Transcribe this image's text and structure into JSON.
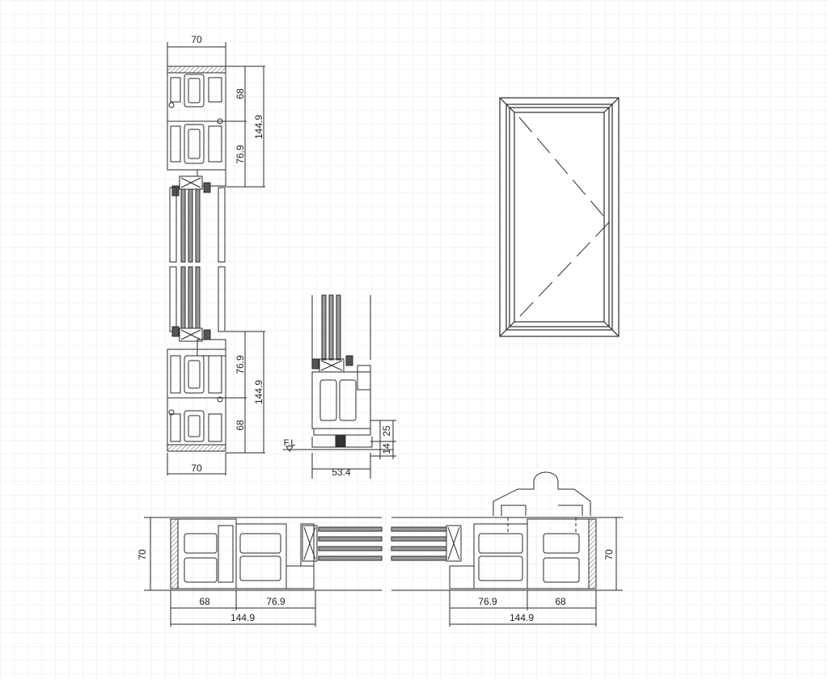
{
  "top_section": {
    "width_top": "70",
    "width_bottom": "70",
    "upper": {
      "frame": "68",
      "sash": "76.9",
      "total": "144.9"
    },
    "lower": {
      "sash": "76.9",
      "frame": "68",
      "total": "144.9"
    }
  },
  "sill_section": {
    "floor_label": "F.L",
    "width": "53.4",
    "height_small": "14",
    "height_large": "25"
  },
  "plan_section": {
    "left": {
      "frame": "68",
      "sash": "76.9",
      "total": "144.9",
      "depth": "70"
    },
    "right": {
      "sash": "76.9",
      "frame": "68",
      "total": "144.9",
      "depth": "70"
    }
  },
  "colors": {
    "grid": "#e6e6ee",
    "line": "#2a2a2a",
    "glass": "#8a8a8a",
    "hatch": "#9a9a9a"
  }
}
